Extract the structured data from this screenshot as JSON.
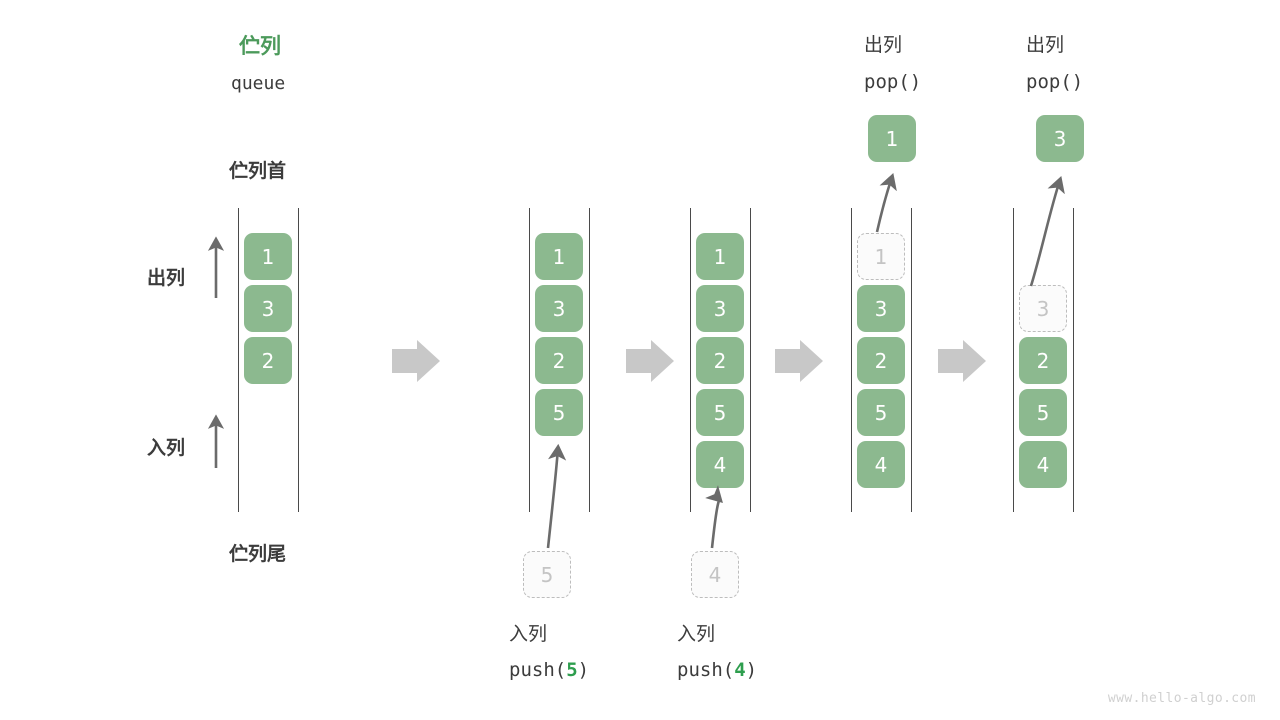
{
  "title": {
    "cjk": "伫列",
    "latin": "queue",
    "color": "#4c9a5b"
  },
  "labels": {
    "head": "伫列首",
    "tail": "伫列尾",
    "dequeue": "出列",
    "enqueue": "入列"
  },
  "colors": {
    "cell_fill": "#8cb98f",
    "cell_text": "#ffffff",
    "ghost_border": "#bdbdbd",
    "ghost_text": "#c4c4c4",
    "rail": "#4a4a4a",
    "arrow": "#6b6b6b",
    "step_arrow": "#c8c8c8",
    "accent": "#2e9e4e"
  },
  "stages": [
    {
      "name": "initial",
      "cells": [
        {
          "value": "1",
          "ghost": false
        },
        {
          "value": "3",
          "ghost": false
        },
        {
          "value": "2",
          "ghost": false
        }
      ]
    },
    {
      "name": "after-push-5",
      "cells": [
        {
          "value": "1",
          "ghost": false
        },
        {
          "value": "3",
          "ghost": false
        },
        {
          "value": "2",
          "ghost": false
        },
        {
          "value": "5",
          "ghost": false
        }
      ],
      "pending": {
        "value": "5",
        "ghost": true
      },
      "caption_cjk": "入列",
      "caption_code_prefix": "push(",
      "caption_code_arg": "5",
      "caption_code_suffix": ")"
    },
    {
      "name": "after-push-4",
      "cells": [
        {
          "value": "1",
          "ghost": false
        },
        {
          "value": "3",
          "ghost": false
        },
        {
          "value": "2",
          "ghost": false
        },
        {
          "value": "5",
          "ghost": false
        },
        {
          "value": "4",
          "ghost": false
        }
      ],
      "pending": {
        "value": "4",
        "ghost": true
      },
      "caption_cjk": "入列",
      "caption_code_prefix": "push(",
      "caption_code_arg": "4",
      "caption_code_suffix": ")"
    },
    {
      "name": "after-pop-1",
      "cells": [
        {
          "value": "1",
          "ghost": true
        },
        {
          "value": "3",
          "ghost": false
        },
        {
          "value": "2",
          "ghost": false
        },
        {
          "value": "5",
          "ghost": false
        },
        {
          "value": "4",
          "ghost": false
        }
      ],
      "popped": {
        "value": "1",
        "ghost": false
      },
      "caption_cjk": "出列",
      "caption_code": "pop()"
    },
    {
      "name": "after-pop-3",
      "cells": [
        {
          "value": "",
          "ghost": false,
          "empty": true
        },
        {
          "value": "3",
          "ghost": true
        },
        {
          "value": "2",
          "ghost": false
        },
        {
          "value": "5",
          "ghost": false
        },
        {
          "value": "4",
          "ghost": false
        }
      ],
      "popped": {
        "value": "3",
        "ghost": false
      },
      "caption_cjk": "出列",
      "caption_code": "pop()"
    }
  ],
  "watermark": "www.hello-algo.com"
}
